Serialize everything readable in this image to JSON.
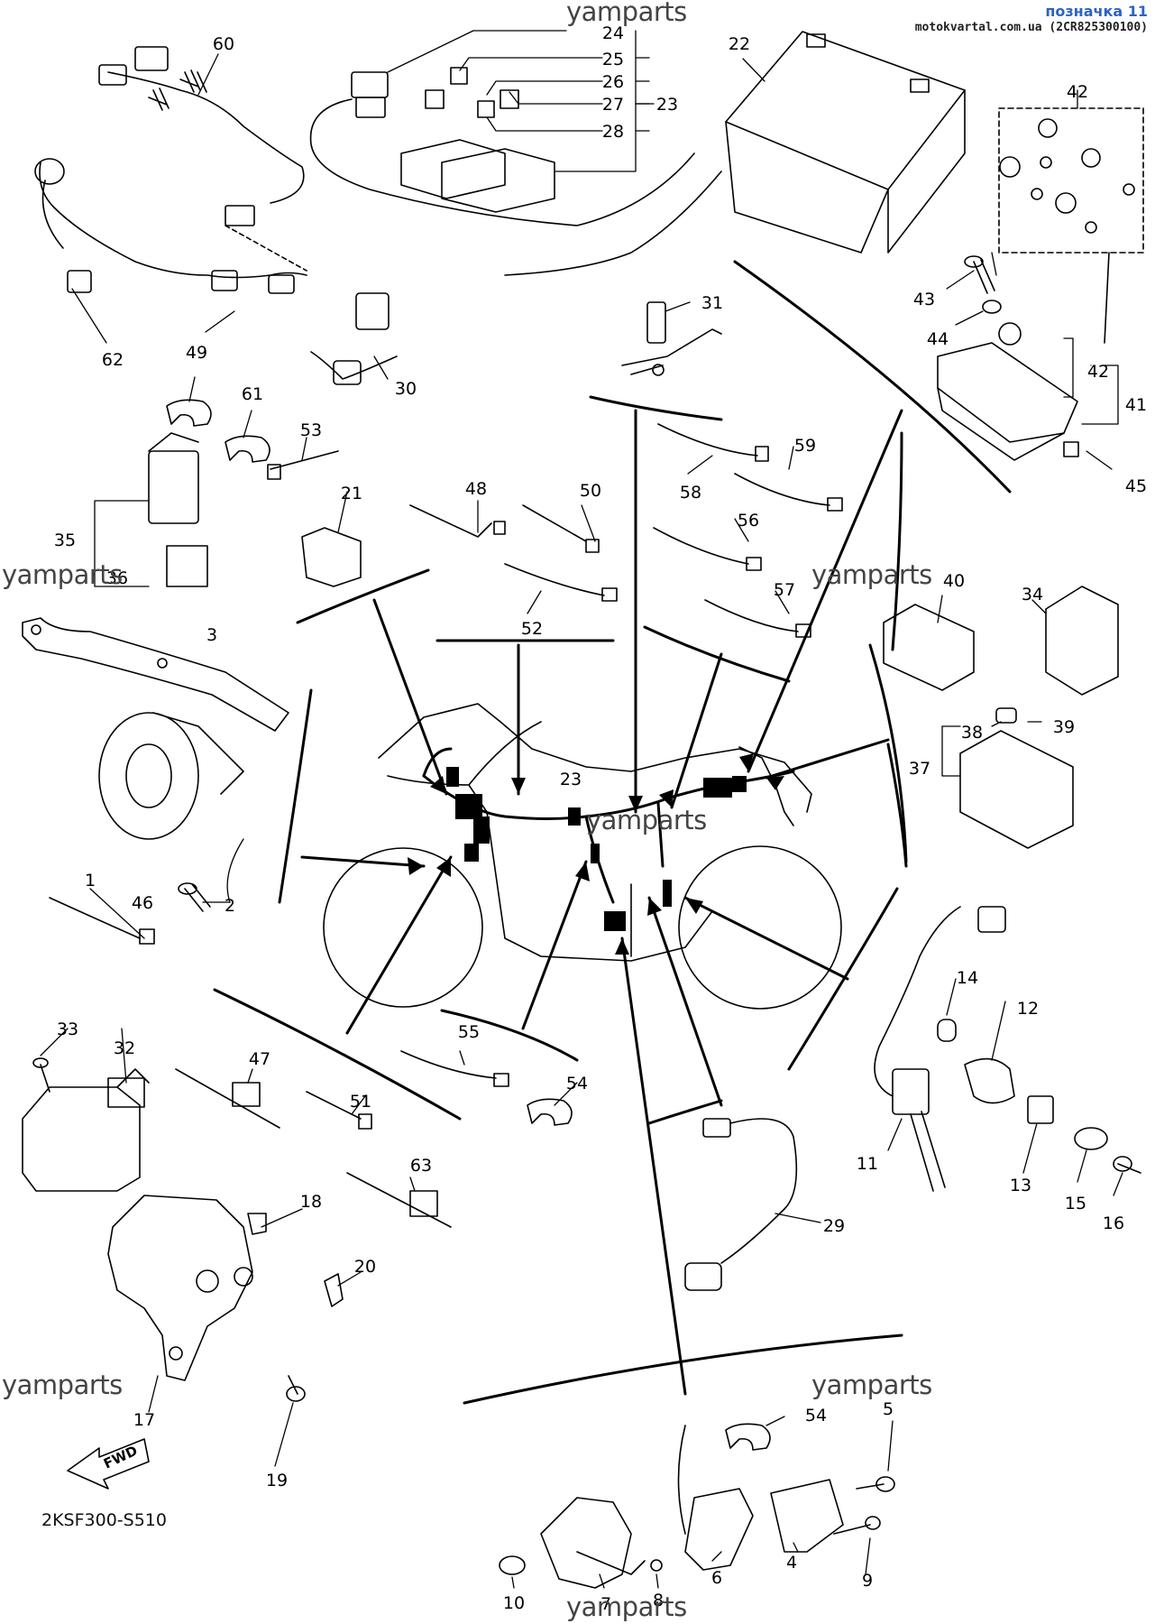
{
  "header": {
    "title": "позначка 11",
    "site": "motokvartal.com.ua (2CR825300100)"
  },
  "watermark": "yamparts",
  "diagram_code": "2KSF300-S510",
  "fwd_label": "FWD",
  "callouts": [
    "1",
    "2",
    "3",
    "4",
    "5",
    "6",
    "7",
    "8",
    "9",
    "10",
    "11",
    "12",
    "13",
    "14",
    "15",
    "16",
    "17",
    "18",
    "19",
    "20",
    "21",
    "22",
    "23",
    "24",
    "25",
    "26",
    "27",
    "28",
    "29",
    "30",
    "31",
    "32",
    "33",
    "34",
    "35",
    "36",
    "37",
    "38",
    "39",
    "40",
    "41",
    "42",
    "43",
    "44",
    "45",
    "46",
    "47",
    "48",
    "49",
    "50",
    "51",
    "52",
    "53",
    "54",
    "55",
    "56",
    "57",
    "58",
    "59",
    "60",
    "61",
    "62",
    "63"
  ],
  "extra_callouts": {
    "bracket_23": "23",
    "main_23": "23",
    "bracket_42": "42",
    "dup_54": "54"
  }
}
